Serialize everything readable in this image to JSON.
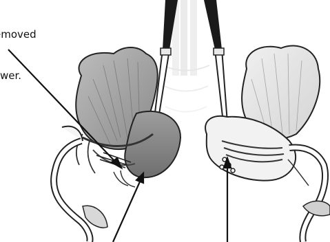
{
  "caption": {
    "line1": "emoved",
    "line2": "wer."
  },
  "colors": {
    "petal_left": "#a8a8a8",
    "petal_right": "#e2e2e2",
    "keel_left": "#8f8f8f",
    "tweezer": "#1a1a1a",
    "stem": "#ffffff",
    "outline": "#222222"
  },
  "icons": [
    "tweezers",
    "flower-left",
    "flower-right",
    "pointer-arrow"
  ]
}
